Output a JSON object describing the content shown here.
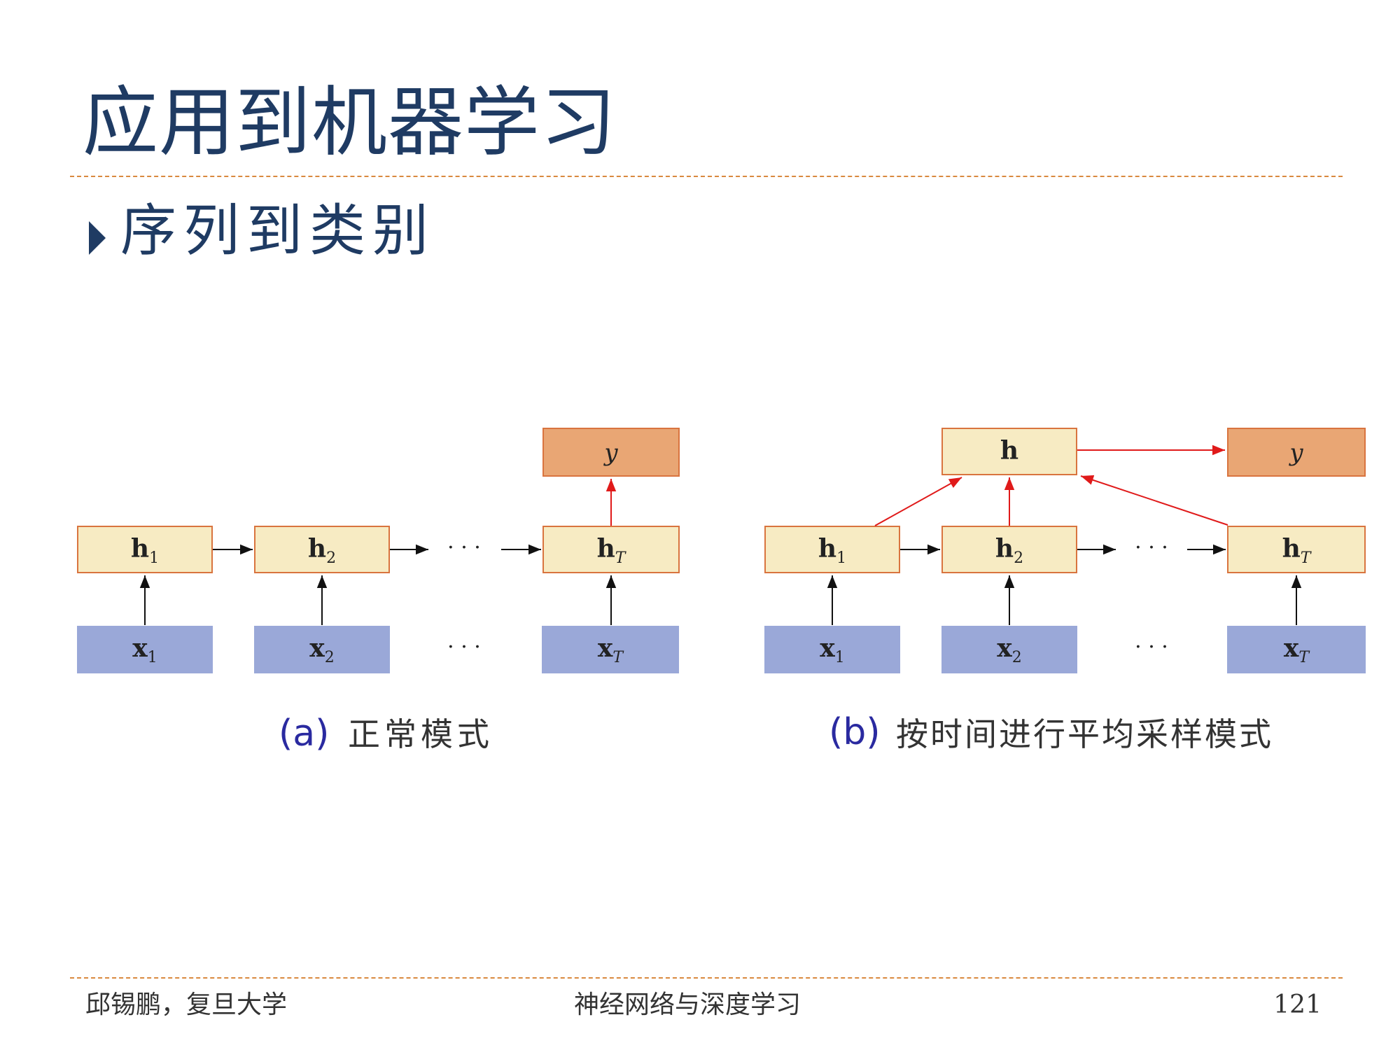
{
  "slide": {
    "title": "应用到机器学习",
    "bullet": "序列到类别",
    "footer": {
      "author": "邱锡鹏，复旦大学",
      "course": "神经网络与深度学习",
      "page": "121"
    }
  },
  "diagram_a": {
    "caption_prefix": "(a)",
    "caption": "正常模式",
    "hidden_labels": [
      "h1",
      "h2",
      "hT"
    ],
    "input_labels": [
      "x1",
      "x2",
      "xT"
    ],
    "output_label": "y",
    "ellipsis": "· · ·"
  },
  "diagram_b": {
    "caption_prefix": "(b)",
    "caption": "按时间进行平均采样模式",
    "pooled_label": "h",
    "hidden_labels": [
      "h1",
      "h2",
      "hT"
    ],
    "input_labels": [
      "x1",
      "x2",
      "xT"
    ],
    "output_label": "y",
    "ellipsis": "· · ·"
  },
  "colors": {
    "title": "#1f3b63",
    "hidden_box_fill": "#f7ebc3",
    "hidden_box_stroke": "#d9743f",
    "input_box_fill": "#9aa8d8",
    "output_box_fill": "#e9a674",
    "arrow_red": "#e01a1a",
    "arrow_black": "#111111",
    "caption_prefix": "#2a2aa0",
    "rule": "#d9893f"
  }
}
